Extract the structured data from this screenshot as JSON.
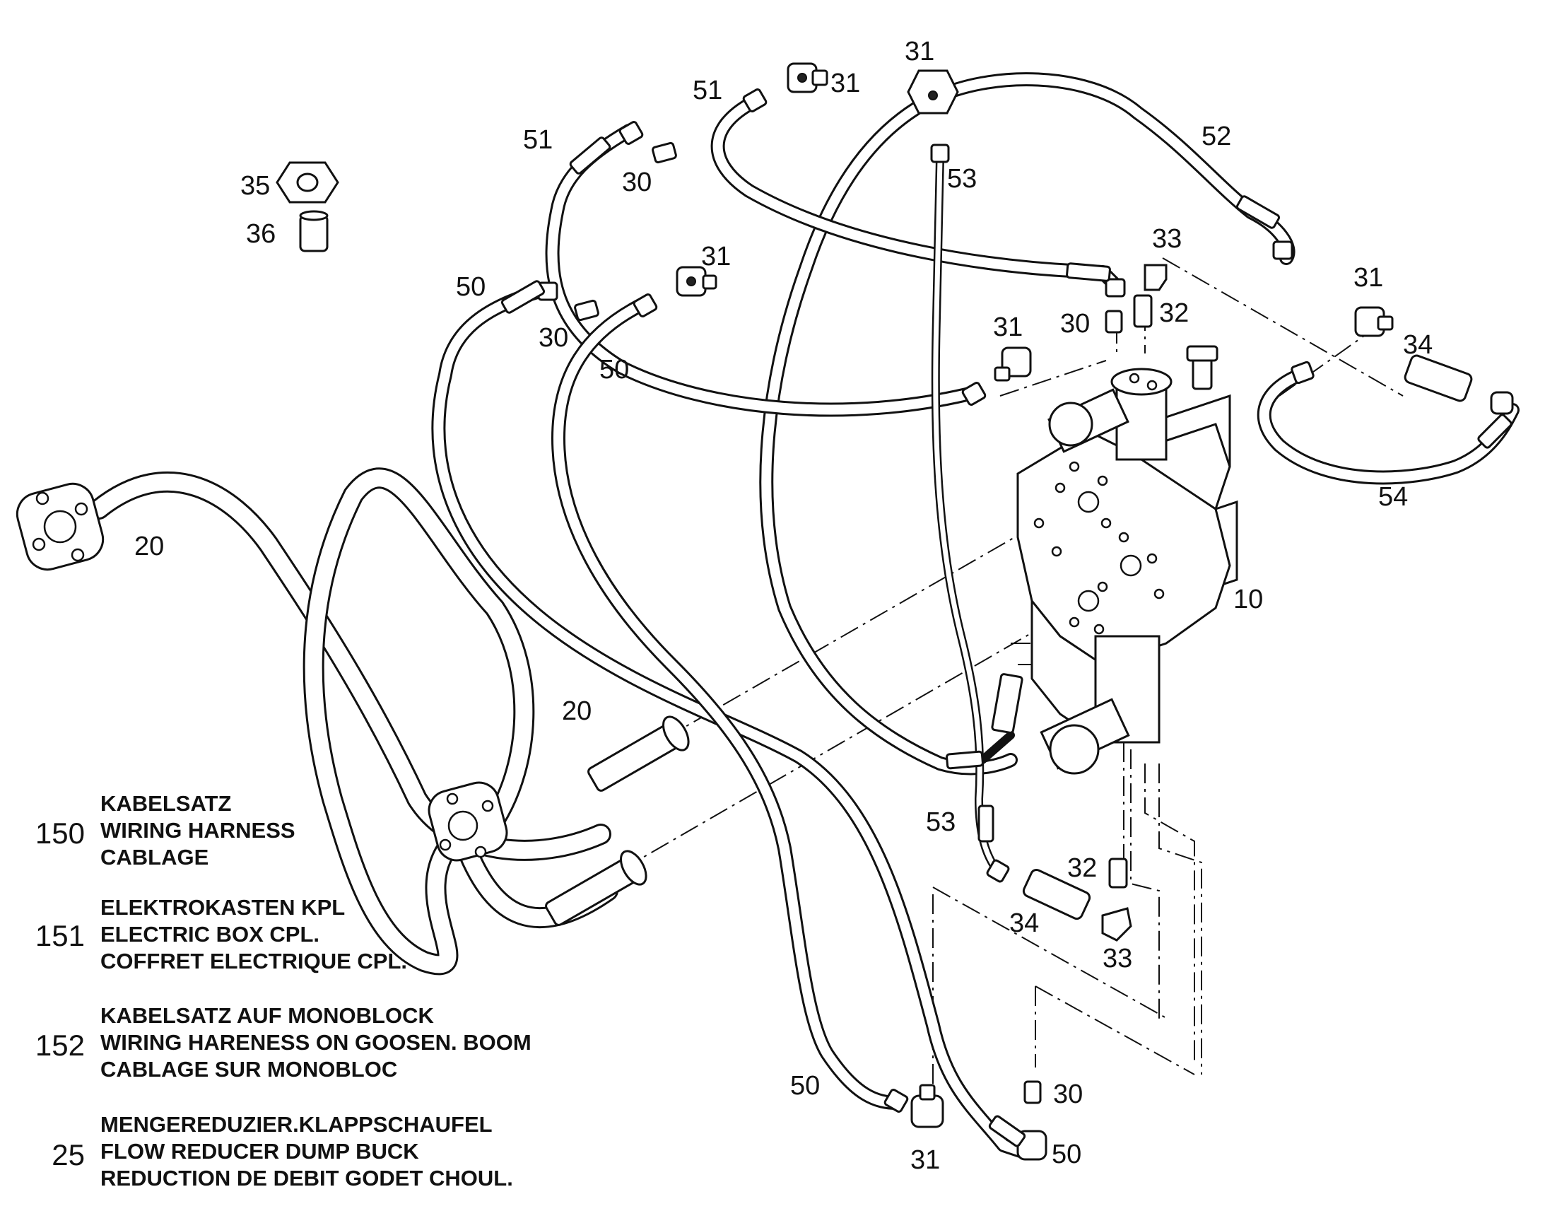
{
  "callouts": [
    {
      "id": "c31a",
      "text": "31"
    },
    {
      "id": "c31b",
      "text": "31"
    },
    {
      "id": "c51a",
      "text": "51"
    },
    {
      "id": "c51b",
      "text": "51"
    },
    {
      "id": "c30a",
      "text": "30"
    },
    {
      "id": "c35",
      "text": "35"
    },
    {
      "id": "c36",
      "text": "36"
    },
    {
      "id": "c31c",
      "text": "31"
    },
    {
      "id": "c52",
      "text": "52"
    },
    {
      "id": "c53a",
      "text": "53"
    },
    {
      "id": "c33a",
      "text": "33"
    },
    {
      "id": "c32a",
      "text": "32"
    },
    {
      "id": "c30b",
      "text": "30"
    },
    {
      "id": "c31d",
      "text": "31"
    },
    {
      "id": "c31e",
      "text": "31"
    },
    {
      "id": "c34a",
      "text": "34"
    },
    {
      "id": "c50a",
      "text": "50"
    },
    {
      "id": "c30c",
      "text": "30"
    },
    {
      "id": "c50b",
      "text": "50"
    },
    {
      "id": "c54",
      "text": "54"
    },
    {
      "id": "c20a",
      "text": "20"
    },
    {
      "id": "c10",
      "text": "10"
    },
    {
      "id": "c20b",
      "text": "20"
    },
    {
      "id": "c53b",
      "text": "53"
    },
    {
      "id": "c32b",
      "text": "32"
    },
    {
      "id": "c34b",
      "text": "34"
    },
    {
      "id": "c33b",
      "text": "33"
    },
    {
      "id": "c50c",
      "text": "50"
    },
    {
      "id": "c30d",
      "text": "30"
    },
    {
      "id": "c31f",
      "text": "31"
    },
    {
      "id": "c50d",
      "text": "50"
    }
  ],
  "legend": [
    {
      "number": "150",
      "lines": [
        "KABELSATZ",
        "WIRING HARNESS",
        "CABLAGE"
      ]
    },
    {
      "number": "151",
      "lines": [
        "ELEKTROKASTEN KPL",
        "ELECTRIC BOX CPL.",
        "COFFRET ELECTRIQUE CPL."
      ]
    },
    {
      "number": "152",
      "lines": [
        "KABELSATZ AUF MONOBLOCK",
        "WIRING HARENESS ON GOOSEN. BOOM",
        "CABLAGE SUR MONOBLOC"
      ]
    },
    {
      "number": "25",
      "lines": [
        "MENGEREDUZIER.KLAPPSCHAUFEL",
        "FLOW REDUCER DUMP BUCK",
        "REDUCTION DE DEBIT GODET CHOUL."
      ]
    }
  ]
}
